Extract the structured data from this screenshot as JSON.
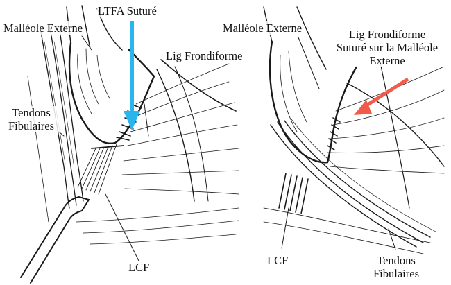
{
  "colors": {
    "ink": "#1a1a1a",
    "blue_arrow": "#29b6ee",
    "red_arrow": "#f25a4a",
    "background": "#ffffff"
  },
  "left_panel": {
    "labels": {
      "ltfa": "LTFA Suturé",
      "malleole": "Malléole Externe",
      "lig": "Lig Frondiforme",
      "tendons_line1": "Tendons",
      "tendons_line2": "Fibulaires",
      "lcf": "LCF"
    }
  },
  "right_panel": {
    "labels": {
      "malleole": "Malléole Externe",
      "lig_line1": "Lig Frondiforme",
      "lig_line2": "Suturé sur la Malléole",
      "lig_line3": "Externe",
      "lcf": "LCF",
      "tendons_line1": "Tendons",
      "tendons_line2": "Fibulaires"
    }
  }
}
